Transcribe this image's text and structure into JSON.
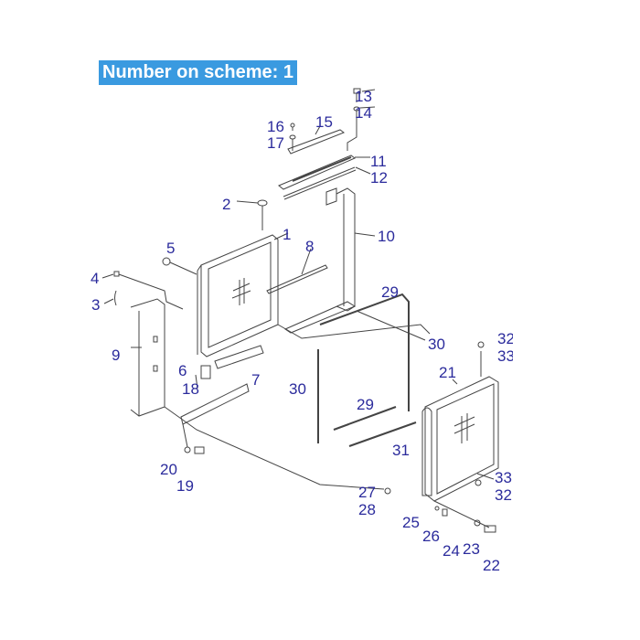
{
  "title": "Number on scheme: 1",
  "colors": {
    "title_bg": "#3a9ae0",
    "label": "#2b2b9c",
    "lines": "#444444"
  },
  "labels": [
    "13",
    "14",
    "16",
    "17",
    "15",
    "11",
    "12",
    "2",
    "1",
    "10",
    "8",
    "5",
    "4",
    "3",
    "29",
    "9",
    "30",
    "32",
    "33",
    "21",
    "6",
    "7",
    "18",
    "30",
    "29",
    "31",
    "20",
    "19",
    "27",
    "28",
    "33",
    "32",
    "25",
    "26",
    "24",
    "23",
    "22"
  ]
}
